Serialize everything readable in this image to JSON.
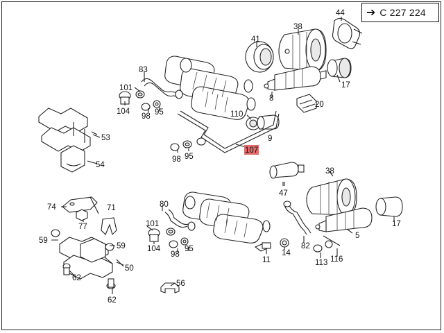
{
  "reference": {
    "arrow": "➔",
    "text": "C 227 224"
  },
  "callouts": [
    {
      "id": "c-44",
      "text": "44"
    },
    {
      "id": "c-38a",
      "text": "38"
    },
    {
      "id": "c-41",
      "text": "41"
    },
    {
      "id": "c-17a",
      "text": "17"
    },
    {
      "id": "c-8",
      "text": "8"
    },
    {
      "id": "c-20",
      "text": "20"
    },
    {
      "id": "c-83",
      "text": "83"
    },
    {
      "id": "c-101a",
      "text": "101"
    },
    {
      "id": "c-104a",
      "text": "104"
    },
    {
      "id": "c-98a",
      "text": "98"
    },
    {
      "id": "c-95a",
      "text": "95"
    },
    {
      "id": "c-110",
      "text": "110"
    },
    {
      "id": "c-9",
      "text": "9"
    },
    {
      "id": "c-53",
      "text": "53"
    },
    {
      "id": "c-54",
      "text": "54"
    },
    {
      "id": "c-98b",
      "text": "98"
    },
    {
      "id": "c-95b",
      "text": "95"
    },
    {
      "id": "c-107",
      "text": "107",
      "highlight": true
    },
    {
      "id": "c-38b",
      "text": "38"
    },
    {
      "id": "c-47",
      "text": "47"
    },
    {
      "id": "c-17b",
      "text": "17"
    },
    {
      "id": "c-74",
      "text": "74"
    },
    {
      "id": "c-71",
      "text": "71"
    },
    {
      "id": "c-77",
      "text": "77"
    },
    {
      "id": "c-80",
      "text": "80"
    },
    {
      "id": "c-101b",
      "text": "101"
    },
    {
      "id": "c-104b",
      "text": "104"
    },
    {
      "id": "c-98c",
      "text": "98"
    },
    {
      "id": "c-95c",
      "text": "95"
    },
    {
      "id": "c-59a",
      "text": "59"
    },
    {
      "id": "c-59b",
      "text": "59"
    },
    {
      "id": "c-50",
      "text": "50"
    },
    {
      "id": "c-62a",
      "text": "62"
    },
    {
      "id": "c-62b",
      "text": "62"
    },
    {
      "id": "c-56",
      "text": "56"
    },
    {
      "id": "c-11",
      "text": "11"
    },
    {
      "id": "c-14",
      "text": "14"
    },
    {
      "id": "c-82",
      "text": "82"
    },
    {
      "id": "c-5",
      "text": "5"
    },
    {
      "id": "c-113",
      "text": "113"
    },
    {
      "id": "c-116",
      "text": "116"
    }
  ],
  "colors": {
    "background": "#ffffff",
    "line": "#222222",
    "highlight": "#e06b6b"
  }
}
